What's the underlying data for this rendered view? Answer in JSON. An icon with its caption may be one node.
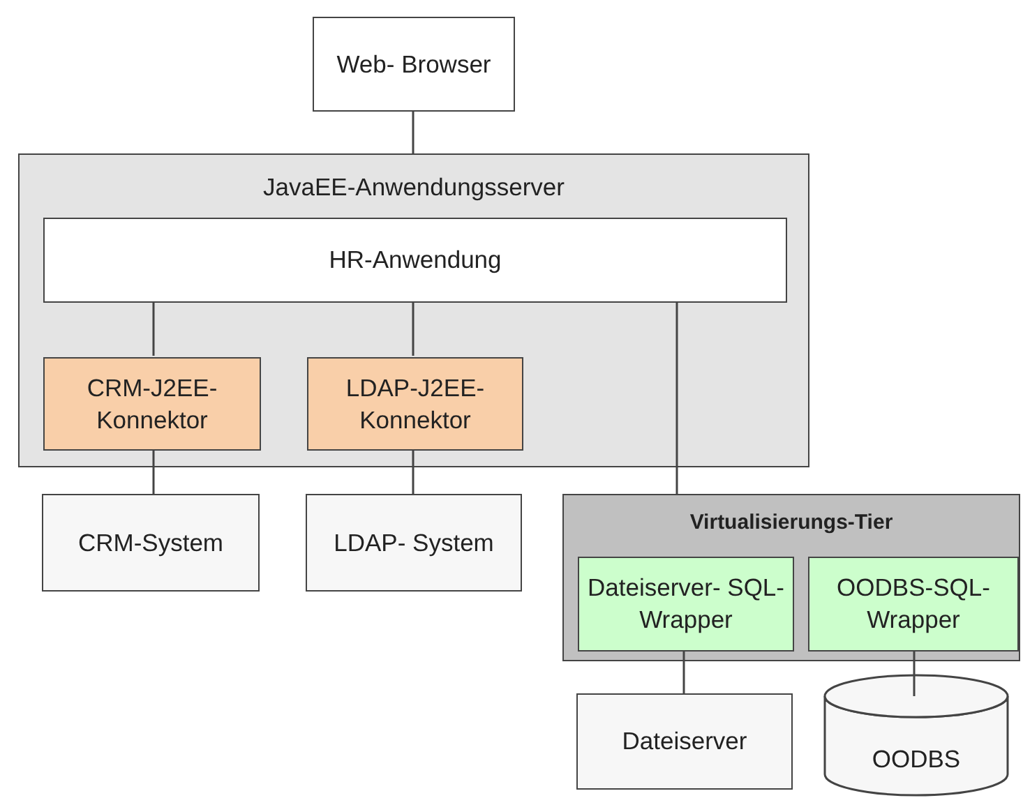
{
  "diagram": {
    "nodes": [
      {
        "text": [
          "Web- Browser"
        ]
      },
      {
        "text": [
          "JavaEE-Anwendungsserver"
        ]
      },
      {
        "text": [
          "HR-Anwendung"
        ],
        "in": 1
      },
      {
        "text": [
          "CRM-J2EE- Konnektor"
        ],
        "in": 1
      },
      {
        "text": [
          "LDAP-J2EE- Konnektor"
        ],
        "in": 1
      },
      {
        "text": [
          "CRM-System"
        ]
      },
      {
        "text": [
          "LDAP- System"
        ]
      },
      {
        "text": [
          "Virtualisierungs-Tier"
        ]
      },
      {
        "text": [
          "Dateiserver- SQL-Wrapper"
        ],
        "in": 7
      },
      {
        "text": [
          "OODBS-SQL- Wrapper"
        ],
        "in": 7
      },
      {
        "text": [
          "Dateiserver"
        ]
      },
      {
        "text": [
          "OODBS"
        ]
      }
    ],
    "edges": [
      {
        "from": 0,
        "to": 1,
        "arrow": "none"
      },
      {
        "from": 2,
        "to": 3,
        "arrow": "none"
      },
      {
        "from": 2,
        "to": 4,
        "arrow": "none"
      },
      {
        "from": 2,
        "to": 7,
        "arrow": "none"
      },
      {
        "from": 3,
        "to": 5,
        "arrow": "none"
      },
      {
        "from": 4,
        "to": 6,
        "arrow": "none"
      },
      {
        "from": 8,
        "to": 10,
        "arrow": "none"
      },
      {
        "from": 9,
        "to": 11,
        "arrow": "none"
      }
    ]
  }
}
